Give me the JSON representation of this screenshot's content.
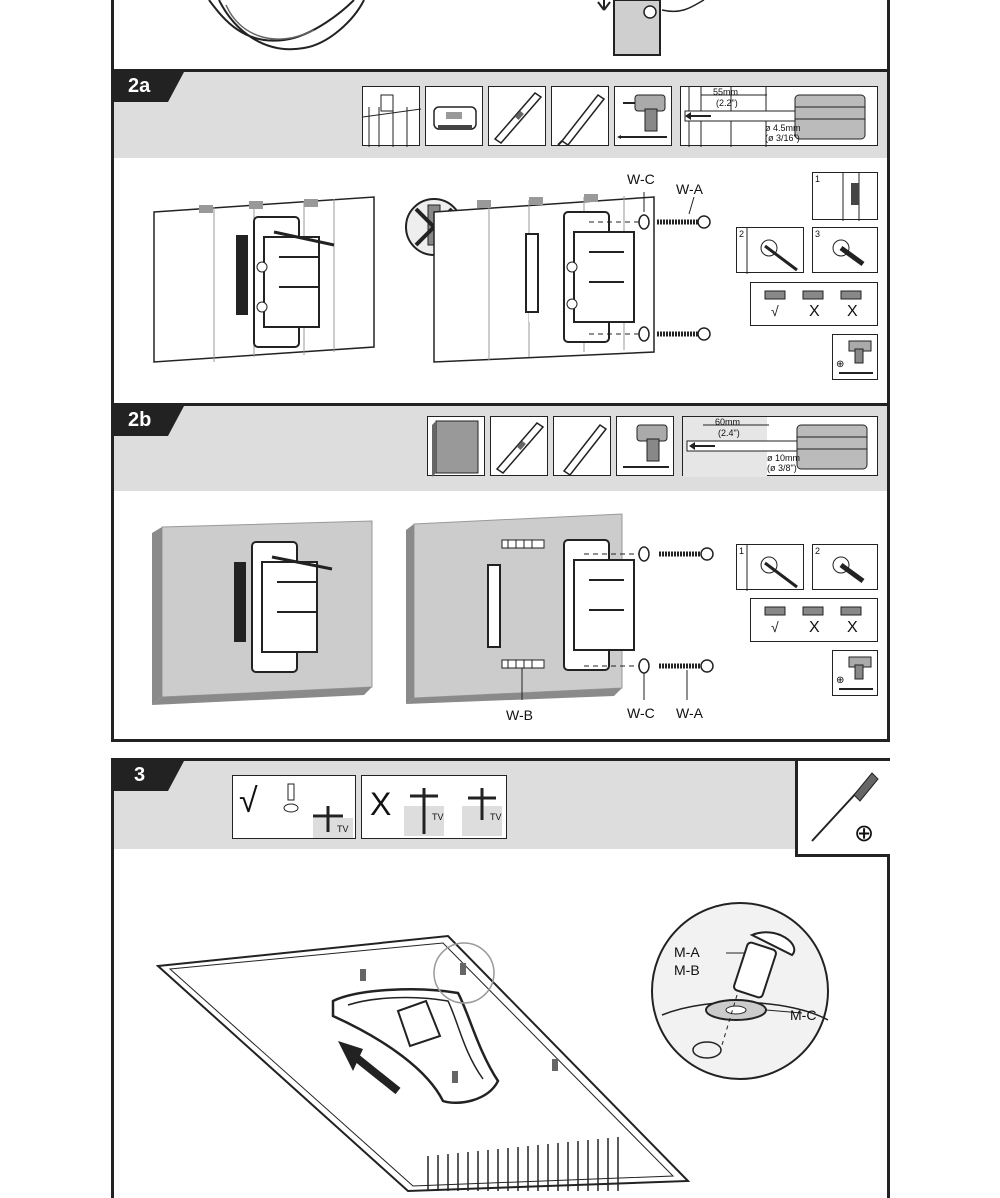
{
  "step2a": {
    "tag": "2a",
    "drill_spec": {
      "depth": "55mm",
      "depth_in": "(2.2\")",
      "diameter": "ø 4.5mm",
      "diameter_in": "(ø 3/16\")"
    },
    "labels": {
      "washer": "W-C",
      "screw": "W-A"
    },
    "inset_steps": [
      "1",
      "2",
      "3"
    ],
    "level_marks": [
      "√",
      "X",
      "X"
    ]
  },
  "step2b": {
    "tag": "2b",
    "drill_spec": {
      "depth": "60mm",
      "depth_in": "(2.4\")",
      "diameter": "ø 10mm",
      "diameter_in": "(ø 3/8\")"
    },
    "labels": {
      "anchor": "W-B",
      "washer": "W-C",
      "screw": "W-A"
    },
    "inset_steps": [
      "1",
      "2"
    ],
    "level_marks": [
      "√",
      "X",
      "X"
    ]
  },
  "step3": {
    "tag": "3",
    "tv_label": "TV",
    "correct_mark": "√",
    "wrong_mark": "X",
    "tool_symbol": "⊕",
    "detail_labels": {
      "screw_a": "M-A",
      "screw_b": "M-B",
      "washer": "M-C"
    }
  },
  "colors": {
    "band": "#dddddd",
    "tag": "#222222",
    "concrete": "#c8c8c8",
    "line": "#222222"
  }
}
